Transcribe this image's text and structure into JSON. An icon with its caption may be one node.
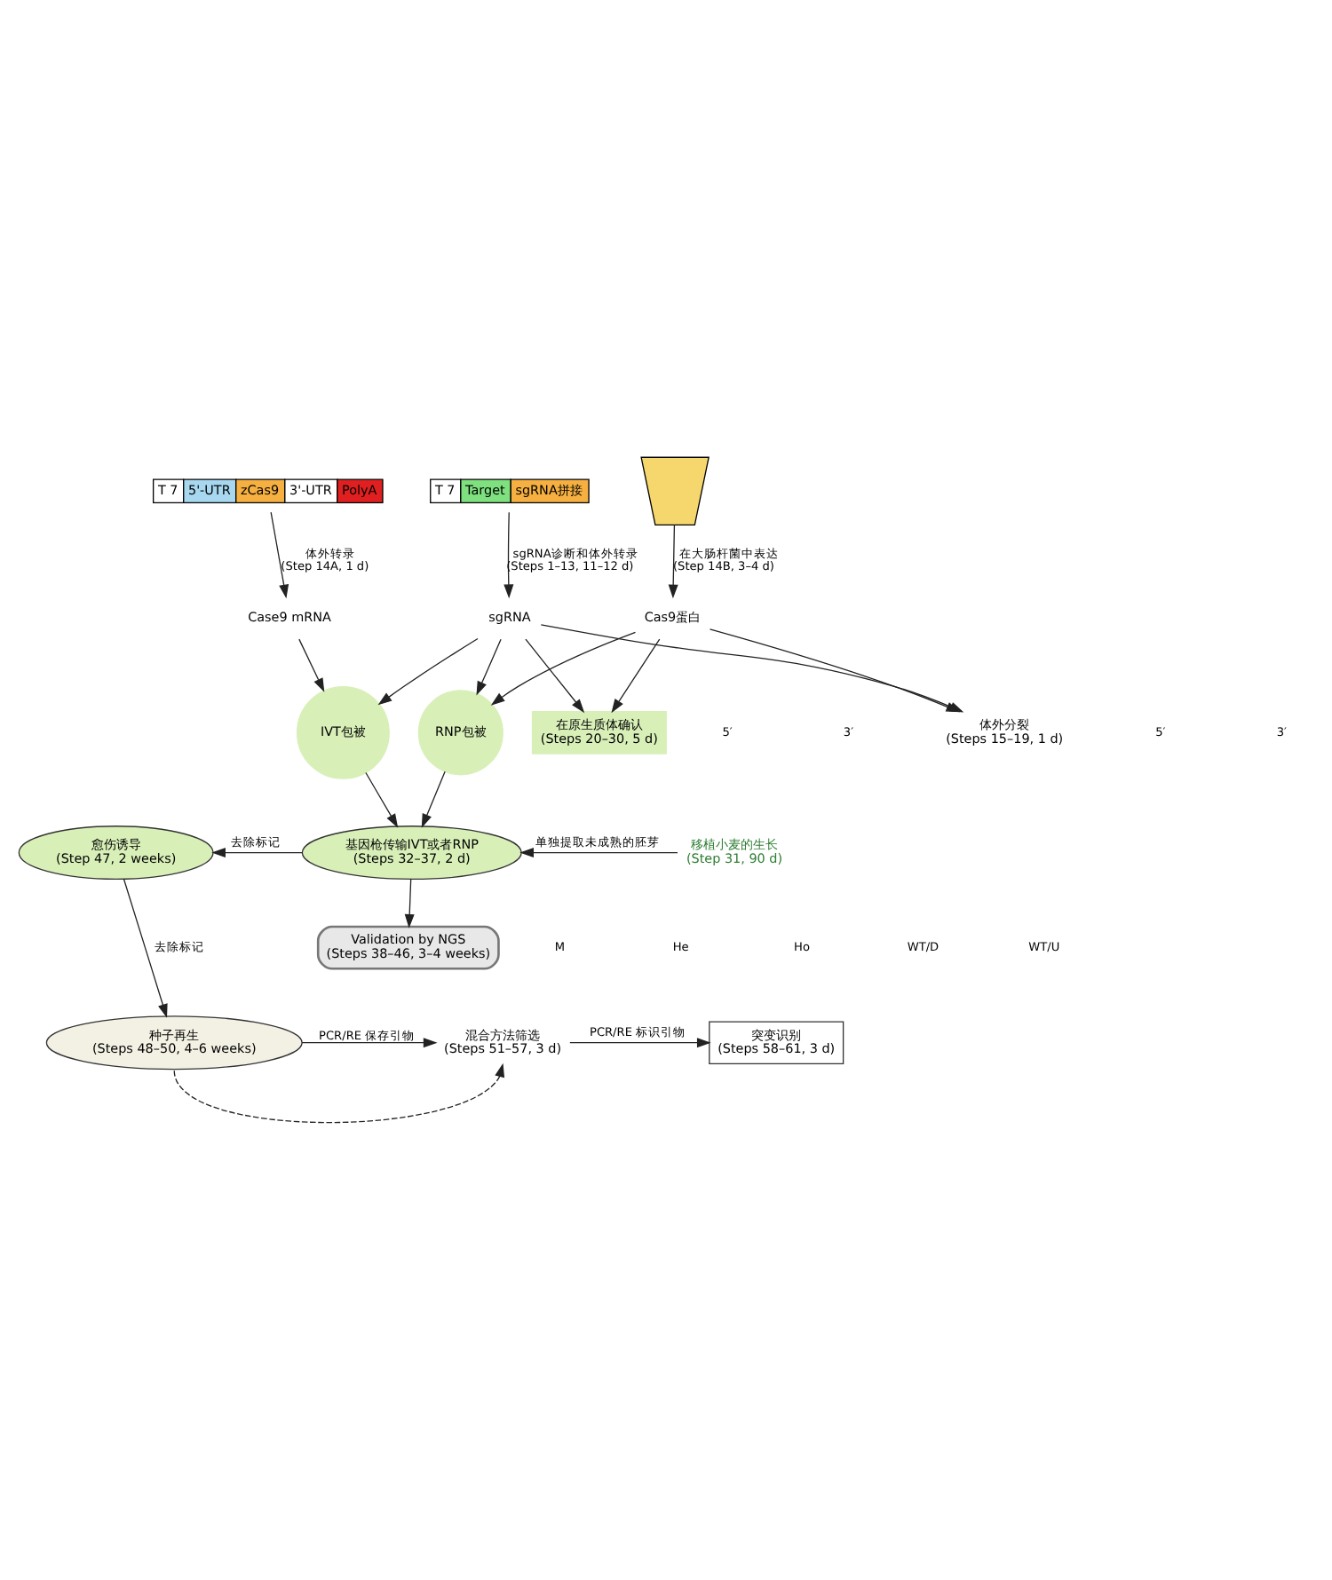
{
  "diagram": {
    "nodes": [
      {
        "text": [
          "T 7",
          "5'-UTR",
          "zCas9",
          "3'-UTR",
          "PolyA"
        ]
      },
      {
        "text": [
          "T 7",
          "Target",
          "sgRNA拼接"
        ]
      },
      {
        "text": [],
        "shape": "picture"
      },
      {
        "text": [
          "Case9 mRNA"
        ]
      },
      {
        "text": [
          "sgRNA"
        ]
      },
      {
        "text": [
          "Cas9蛋白"
        ]
      },
      {
        "text": [
          "IVT包被"
        ]
      },
      {
        "text": [
          "RNP包被"
        ]
      },
      {
        "text": [
          "在原生质体确认",
          "(Steps 20–30, 5 d)"
        ]
      },
      {
        "text": [
          "体外分裂",
          "(Steps 15–19, 1 d)"
        ]
      },
      {
        "text": [
          "愈伤诱导",
          "(Step 47, 2 weeks)"
        ]
      },
      {
        "text": [
          "基因枪传输IVT或者RNP",
          "(Steps 32–37, 2 d)"
        ]
      },
      {
        "text": [
          "移植小麦的生长",
          "(Step 31, 90 d)"
        ]
      },
      {
        "text": [
          "Validation by NGS",
          "(Steps 38–46, 3–4 weeks)"
        ]
      },
      {
        "text": [
          "种子再生",
          "(Steps 48–50, 4–6 weeks)"
        ]
      },
      {
        "text": [
          "混合方法筛选",
          "(Steps 51–57, 3 d)"
        ]
      },
      {
        "text": [
          "突变识别",
          "(Steps 58–61, 3 d)"
        ]
      }
    ],
    "edges": [
      {
        "from": 0,
        "to": 3,
        "arrow": "to",
        "label": "体外转录 (Step 14A, 1 d)"
      },
      {
        "from": 1,
        "to": 4,
        "arrow": "to",
        "label": "sgRNA诊断和体外转录 (Steps 1–13, 11–12 d)"
      },
      {
        "from": 2,
        "to": 5,
        "arrow": "to",
        "label": "在大肠杆菌中表达 (Step 14B, 3–4 d)"
      },
      {
        "from": 3,
        "to": 6,
        "arrow": "to"
      },
      {
        "from": 4,
        "to": 6,
        "arrow": "to"
      },
      {
        "from": 4,
        "to": 7,
        "arrow": "to"
      },
      {
        "from": 4,
        "to": 8,
        "arrow": "to"
      },
      {
        "from": 4,
        "to": 9,
        "arrow": "to"
      },
      {
        "from": 5,
        "to": 7,
        "arrow": "to"
      },
      {
        "from": 5,
        "to": 8,
        "arrow": "to"
      },
      {
        "from": 5,
        "to": 9,
        "arrow": "to"
      },
      {
        "from": 6,
        "to": 11,
        "arrow": "to"
      },
      {
        "from": 7,
        "to": 11,
        "arrow": "to"
      },
      {
        "from": 12,
        "to": 11,
        "arrow": "to",
        "label": "单独提取未成熟的胚芽"
      },
      {
        "from": 11,
        "to": 10,
        "arrow": "to",
        "label": "去除标记"
      },
      {
        "from": 11,
        "to": 13,
        "arrow": "to"
      },
      {
        "from": 10,
        "to": 14,
        "arrow": "to",
        "label": "去除标记"
      },
      {
        "from": 14,
        "to": 15,
        "arrow": "to",
        "label": "PCR/RE 保存引物"
      },
      {
        "from": 14,
        "to": 15,
        "arrow": "to",
        "style": "dashed"
      },
      {
        "from": 15,
        "to": 16,
        "arrow": "to",
        "label": "PCR/RE 标识引物"
      }
    ],
    "labels": [
      "5′",
      "3′",
      "5′",
      "3′",
      "M",
      "He",
      "Ho",
      "WT/D",
      "WT/U"
    ]
  }
}
